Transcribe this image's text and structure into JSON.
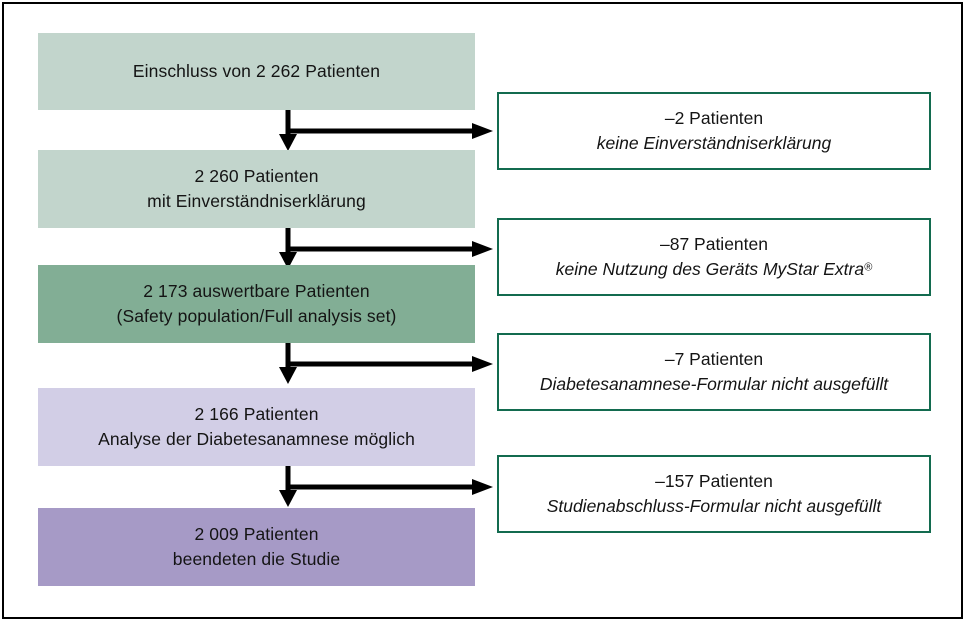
{
  "diagram": {
    "type": "patient-flow-chart",
    "language": "de",
    "colors": {
      "stage_light_green": "#c2d5cc",
      "stage_mid_green": "#82ae95",
      "stage_light_purple": "#d2cee6",
      "stage_mid_purple": "#a69ac6",
      "exclusion_border_green": "#136b4f",
      "arrow_black": "#000000",
      "frame_black": "#000000",
      "text_black": "#141414"
    },
    "stages": [
      {
        "id": "enrolled",
        "lines": [
          "Einschluss von 2 262 Patienten"
        ],
        "count": 2262,
        "fill": "#c2d5cc"
      },
      {
        "id": "consented",
        "lines": [
          "2 260 Patienten",
          "mit Einverständniserklärung"
        ],
        "count": 2260,
        "fill": "#c2d5cc"
      },
      {
        "id": "evaluable",
        "lines": [
          "2 173 auswertbare Patienten",
          "(Safety population/Full analysis set)"
        ],
        "count": 2173,
        "fill": "#82ae95"
      },
      {
        "id": "history-analysable",
        "lines": [
          "2 166 Patienten",
          "Analyse der Diabetesanamnese möglich"
        ],
        "count": 2166,
        "fill": "#d2cee6"
      },
      {
        "id": "completed",
        "lines": [
          "2 009 Patienten",
          "beendeten die Studie"
        ],
        "count": 2009,
        "fill": "#a69ac6"
      }
    ],
    "exclusions": [
      {
        "id": "no-consent",
        "count_label": "–2 Patienten",
        "count": -2,
        "reason": "keine Einverständniserklärung",
        "reason_suffix": ""
      },
      {
        "id": "no-device-use",
        "count_label": "–87 Patienten",
        "count": -87,
        "reason": "keine Nutzung des Geräts MyStar Extra",
        "reason_suffix": "®"
      },
      {
        "id": "history-form-missing",
        "count_label": "–7 Patienten",
        "count": -7,
        "reason": "Diabetesanamnese-Formular nicht ausgefüllt",
        "reason_suffix": ""
      },
      {
        "id": "completion-form-missing",
        "count_label": "–157 Patienten",
        "count": -157,
        "reason": "Studienabschluss-Formular nicht ausgefüllt",
        "reason_suffix": ""
      }
    ],
    "connectors": [
      {
        "id": "connector-1",
        "down_icon": "arrow-down-icon",
        "right_icon": "arrow-right-icon"
      },
      {
        "id": "connector-2",
        "down_icon": "arrow-down-icon",
        "right_icon": "arrow-right-icon"
      },
      {
        "id": "connector-3",
        "down_icon": "arrow-down-icon",
        "right_icon": "arrow-right-icon"
      },
      {
        "id": "connector-4",
        "down_icon": "arrow-down-icon",
        "right_icon": "arrow-right-icon"
      }
    ]
  }
}
